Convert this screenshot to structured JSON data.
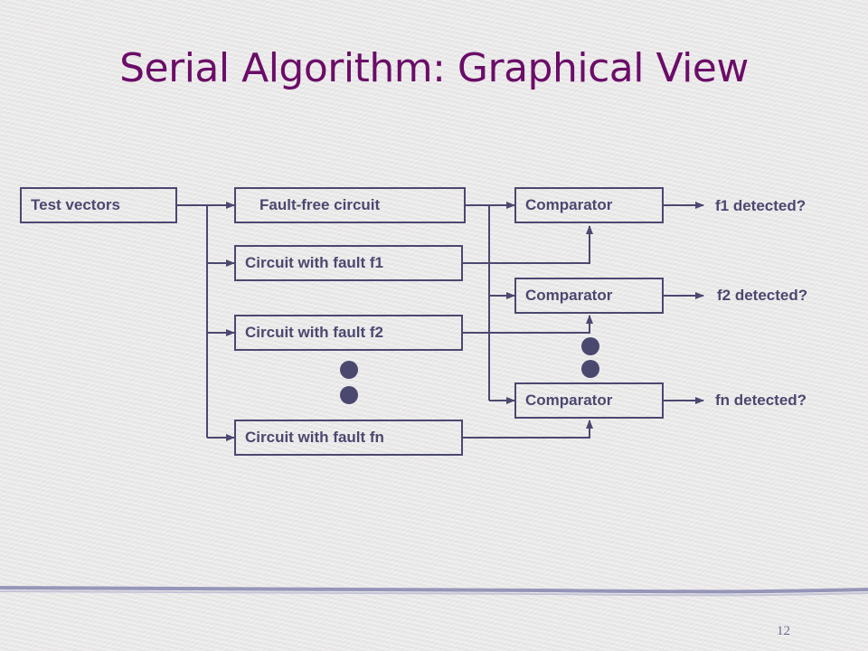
{
  "slide": {
    "title": "Serial Algorithm: Graphical View",
    "page_number": "12"
  },
  "diagram": {
    "input": "Test vectors",
    "fault_free": "Fault-free circuit",
    "faulty_circuits": [
      "Circuit with fault f1",
      "Circuit with fault f2",
      "Circuit with fault fn"
    ],
    "comparators": [
      "Comparator",
      "Comparator",
      "Comparator"
    ],
    "outputs": [
      "f1 detected?",
      "f2 detected?",
      "fn detected?"
    ]
  },
  "colors": {
    "title": "#6b0d68",
    "diagram": "#4b4870",
    "background": "#ecebea"
  }
}
